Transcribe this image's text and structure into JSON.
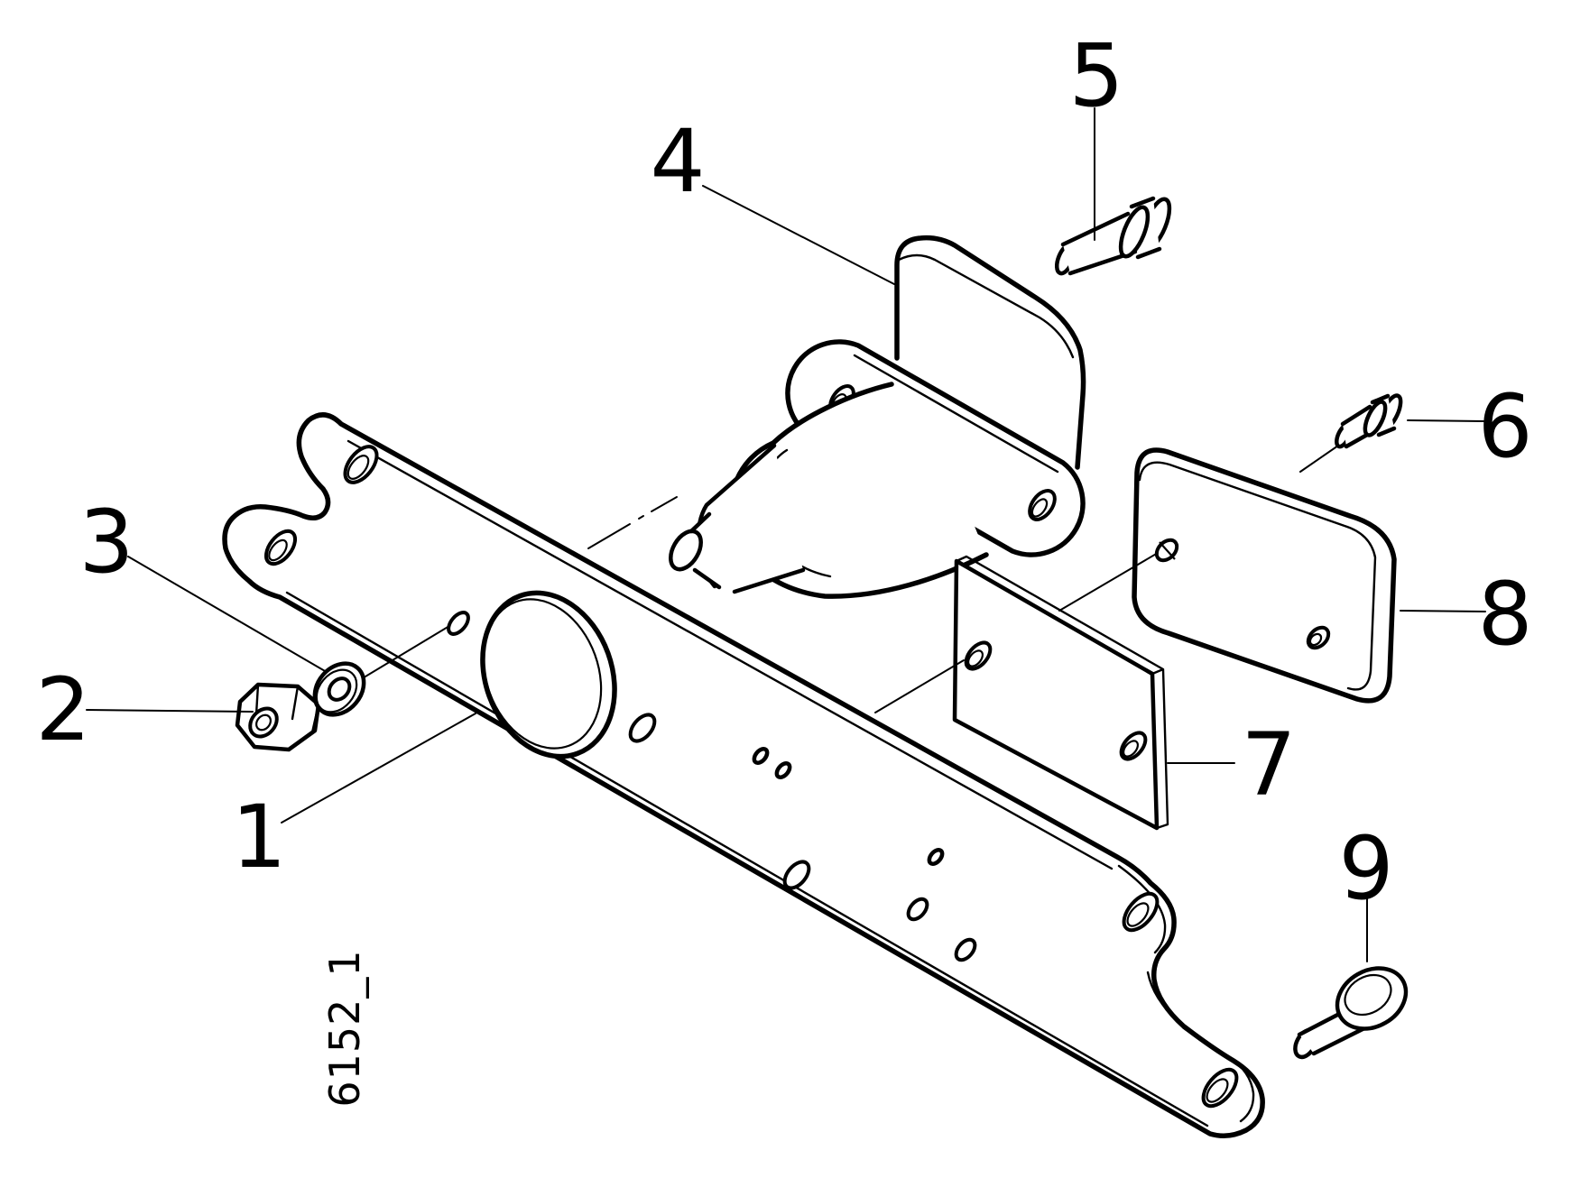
{
  "diagram": {
    "drawing_code": "6152_1",
    "background_color": "#ffffff",
    "line_color": "#000000",
    "type": "exploded-parts-diagram",
    "callouts": [
      {
        "label": "1"
      },
      {
        "label": "2"
      },
      {
        "label": "3"
      },
      {
        "label": "4"
      },
      {
        "label": "5"
      },
      {
        "label": "6"
      },
      {
        "label": "7"
      },
      {
        "label": "8"
      },
      {
        "label": "9"
      }
    ]
  }
}
